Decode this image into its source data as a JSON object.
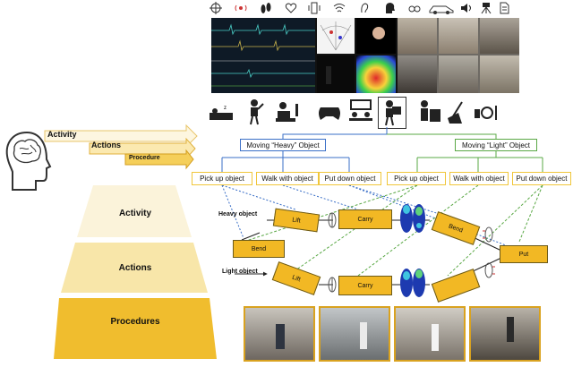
{
  "hierarchy": {
    "activity": "Activity",
    "actions": "Actions",
    "procedure": "Procedure"
  },
  "pyramid": {
    "top": "Activity",
    "middle": "Actions",
    "bottom": "Procedures"
  },
  "objects": {
    "heavy": "Moving “Heavy” Object",
    "light": "Moving “Light” Object"
  },
  "actions": {
    "heavy": [
      "Pick up object",
      "Walk with object",
      "Put down object"
    ],
    "light": [
      "Pick up object",
      "Walk with object",
      "Put down object"
    ]
  },
  "rows": {
    "heavy": "Heavy object",
    "light": "Light object"
  },
  "procedures": {
    "lift": "Lift",
    "carry": "Carry",
    "bend": "Bend",
    "put": "Put",
    "lift2": "Lift",
    "carry2": "Carry",
    "bend2": "Bend"
  },
  "sensor_icons": [
    "crosshair-icon",
    "signal-icon",
    "footprint-icon",
    "heart-icon",
    "vibration-icon",
    "wifi-icon",
    "hearing-icon",
    "head-icon",
    "glasses-icon",
    "car-icon",
    "speaker-icon",
    "tripod-icon",
    "document-icon"
  ],
  "activity_icons": [
    "sleeping-icon",
    "construction-icon",
    "reading-icon",
    "gamepad-icon",
    "meeting-icon",
    "carrying-box-icon",
    "cooking-icon",
    "cleaning-icon",
    "dining-icon"
  ],
  "colors": {
    "gold": "#f2b824",
    "blue": "#3a6fc7",
    "green": "#5aa845",
    "yellow_border": "#f0c63a"
  }
}
